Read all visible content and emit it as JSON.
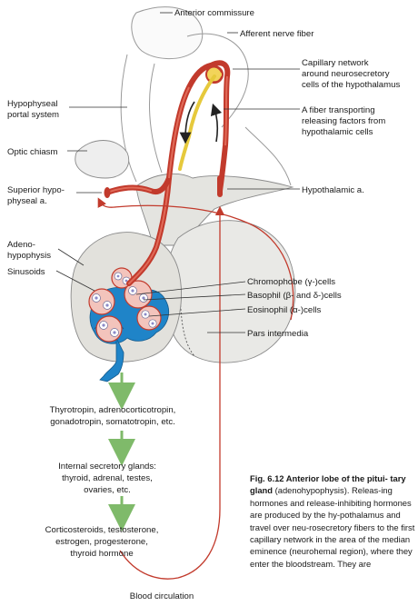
{
  "labels": {
    "anterior_commissure": "Anterior commissure",
    "afferent_nerve_fiber": "Afferent nerve fiber",
    "capillary_network": [
      "Capillary network",
      "around neurosecretory",
      "cells of the hypothalamus"
    ],
    "hypophyseal_portal_system": [
      "Hypophyseal",
      "portal system"
    ],
    "fiber_transporting": [
      "A fiber transporting",
      "releasing factors from",
      "hypothalamic cells"
    ],
    "optic_chiasm": "Optic chiasm",
    "superior_hypophyseal_a": [
      "Superior hypo-",
      "physeal a."
    ],
    "hypothalamic_a": "Hypothalamic a.",
    "adenohypophysis": [
      "Adeno-",
      "hypophysis"
    ],
    "sinusoids": "Sinusoids",
    "chromophobe": "Chromophobe (γ-)cells",
    "basophil": "Basophil (β- and δ-)cells",
    "eosinophil": "Eosinophil (α-)cells",
    "pars_intermedia": "Pars intermedia"
  },
  "flow": {
    "hormones": [
      "Thyrotropin, adrenocorticotropin,",
      "gonadotropin, somatotropin, etc."
    ],
    "glands": [
      "Internal secretory glands:",
      "thyroid, adrenal, testes,",
      "ovaries, etc."
    ],
    "steroids": [
      "Corticosteroids, testosterone,",
      "estrogen, progesterone,",
      "thyroid hormone"
    ],
    "blood_circulation": "Blood circulation"
  },
  "caption": {
    "fig_label": "Fig. 6.12 Anterior lobe of the pitui-",
    "fig_title_rest": "tary gland",
    "body": " (adenohypophysis). Releas-ing hormones and release-inhibiting hormones are produced by the hy-pothalamus and travel over neu-rosecretory fibers to the first capillary network in the area of the median eminence (neurohemal region), where they enter the bloodstream. They are"
  },
  "colors": {
    "artery_red": "#c23a2c",
    "vein_blue": "#1f84c8",
    "fiber_yellow": "#e6c93c",
    "tissue_gray": "#e7e6e2",
    "pink_tissue": "#f3c4bc",
    "flow_green": "#7fba6a"
  }
}
